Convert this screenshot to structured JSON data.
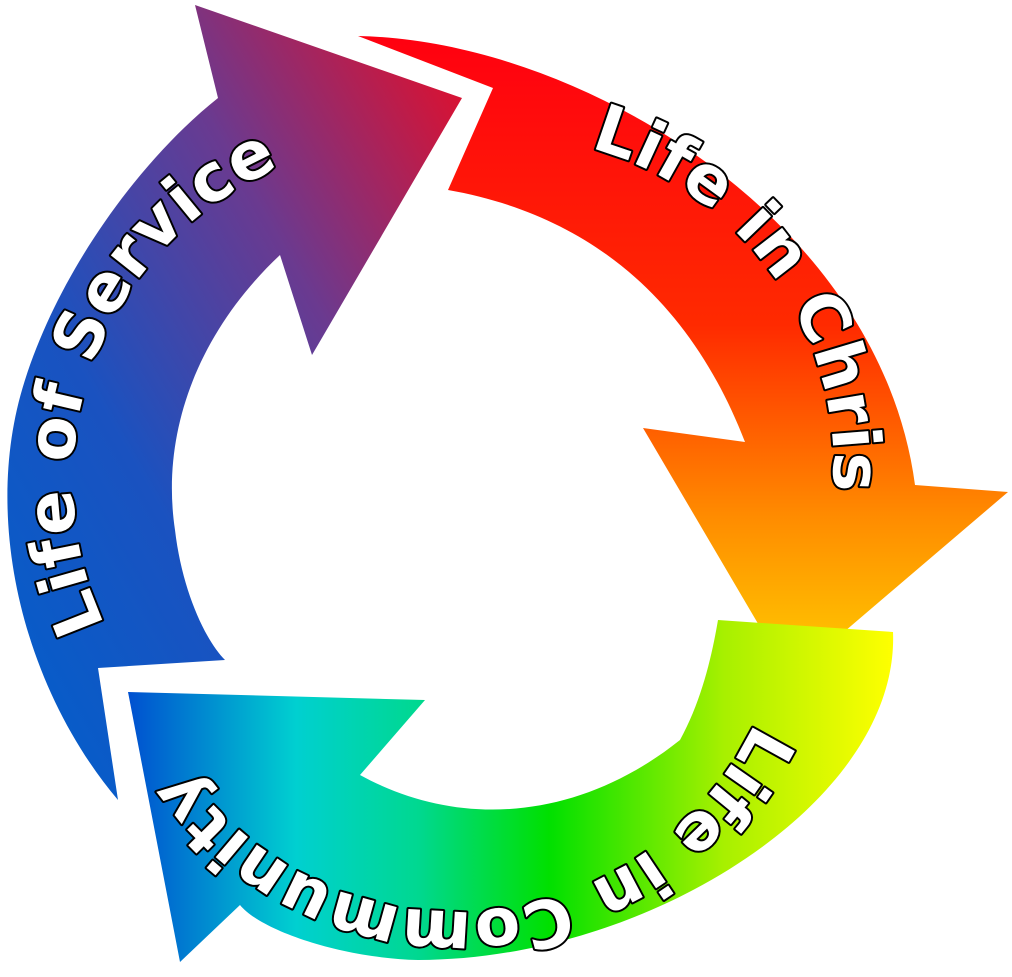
{
  "cycle": {
    "segments": [
      {
        "label": "Life in Christ",
        "from_color": "#ff0010",
        "to_color": "#ffd000"
      },
      {
        "label": "Life in Community",
        "from_color": "#ffff00",
        "to_color": "#0050d0"
      },
      {
        "label": "Life of Service",
        "from_color": "#0055cc",
        "to_color": "#e0102a"
      }
    ]
  }
}
